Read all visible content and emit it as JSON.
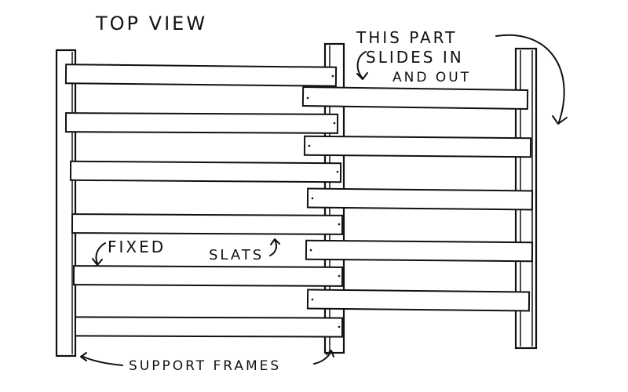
{
  "title": "TOP VIEW",
  "labels": {
    "sliding_part_line1": "THIS PART",
    "sliding_part_line2": "SLIDES IN",
    "sliding_part_line3": "AND OUT",
    "fixed_slats_word1": "FIXED",
    "fixed_slats_word2": "SLATS",
    "support_frames": "SUPPORT FRAMES"
  },
  "diagram": {
    "fixed_slat_count": 6,
    "sliding_slat_count": 5,
    "support_frame_count": 3,
    "ink_color": "#111111",
    "paper_color": "#ffffff"
  }
}
